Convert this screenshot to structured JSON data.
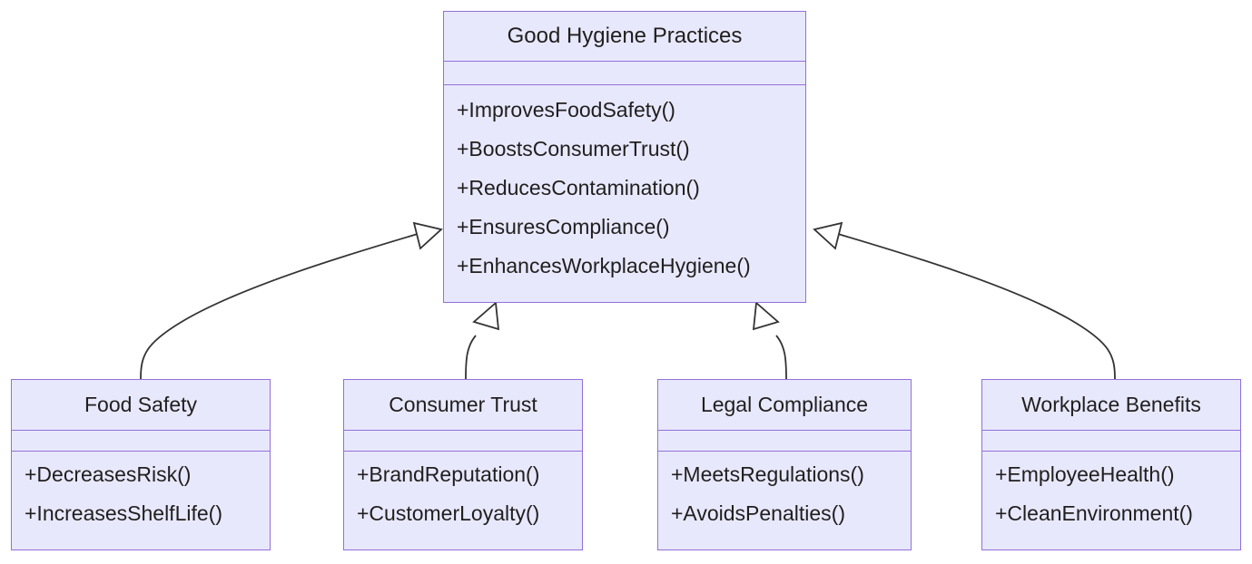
{
  "diagram": {
    "type": "uml-class-diagram",
    "relationship": "generalization",
    "parent": {
      "name": "Good Hygiene Practices",
      "attributes": [],
      "methods": [
        "+ImprovesFoodSafety()",
        "+BoostsConsumerTrust()",
        "+ReducesContamination()",
        "+EnsuresCompliance()",
        "+EnhancesWorkplaceHygiene()"
      ]
    },
    "children": [
      {
        "name": "Food Safety",
        "attributes": [],
        "methods": [
          "+DecreasesRisk()",
          "+IncreasesShelfLife()"
        ]
      },
      {
        "name": "Consumer Trust",
        "attributes": [],
        "methods": [
          "+BrandReputation()",
          "+CustomerLoyalty()"
        ]
      },
      {
        "name": "Legal Compliance",
        "attributes": [],
        "methods": [
          "+MeetsRegulations()",
          "+AvoidsPenalties()"
        ]
      },
      {
        "name": "Workplace Benefits",
        "attributes": [],
        "methods": [
          "+EmployeeHealth()",
          "+CleanEnvironment()"
        ]
      }
    ],
    "colors": {
      "box_fill": "#e8e8fc",
      "box_border": "#9370db",
      "text": "#1f1f1f",
      "edge": "#333333",
      "arrow_fill": "#ffffff",
      "background": "#ffffff"
    }
  }
}
